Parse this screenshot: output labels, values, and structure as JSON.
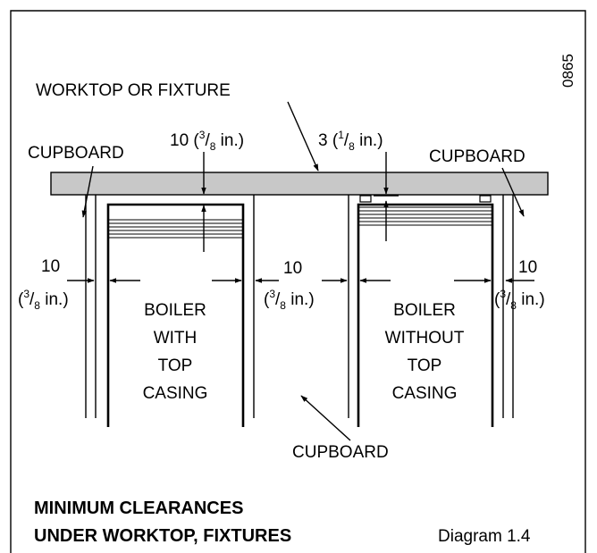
{
  "code": "0865",
  "worktop_label": "WORKTOP OR FIXTURE",
  "cupboard_labels": [
    "CUPBOARD",
    "CUPBOARD",
    "CUPBOARD"
  ],
  "top_clearance_left": {
    "value": "10 (",
    "sup": "3",
    "den": "8",
    "unit": " in.)"
  },
  "top_clearance_right": {
    "value": "3 (",
    "sup": "1",
    "den": "8",
    "unit": " in.)"
  },
  "side_clearances": [
    {
      "value": "10",
      "sup": "3",
      "den": "8",
      "unit": " in.)"
    },
    {
      "value": "10",
      "sup": "3",
      "den": "8",
      "unit": " in.)"
    },
    {
      "value": "10",
      "sup": "3",
      "den": "8",
      "unit": " in.)"
    }
  ],
  "boiler_left_lines": [
    "BOILER",
    "WITH",
    "TOP",
    "CASING"
  ],
  "boiler_right_lines": [
    "BOILER",
    "WITHOUT",
    "TOP",
    "CASING"
  ],
  "title_lines": [
    "MINIMUM CLEARANCES",
    "UNDER WORKTOP, FIXTURES"
  ],
  "diagram_ref": "Diagram 1.4"
}
